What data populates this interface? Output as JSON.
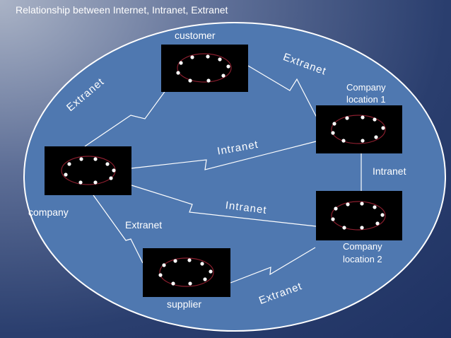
{
  "title": "Relationship between Internet, Intranet, Extranet",
  "nodes": {
    "customer": "customer",
    "company": "company",
    "supplier": "supplier",
    "location1_line1": "Company",
    "location1_line2": "location 1",
    "location2_line1": "Company",
    "location2_line2": "location 2"
  },
  "links": {
    "company_customer": "Extranet",
    "customer_location1": "Extranet",
    "company_location1": "Intranet",
    "location1_location2": "Intranet",
    "company_location2": "Intranet",
    "company_supplier": "Extranet",
    "supplier_location2": "Extranet"
  },
  "colors": {
    "ellipse_fill": "#4f78b0",
    "ellipse_stroke": "#ffffff",
    "node_box": "#000000",
    "ring": "#8a1e2e",
    "dot": "#ffffff"
  }
}
